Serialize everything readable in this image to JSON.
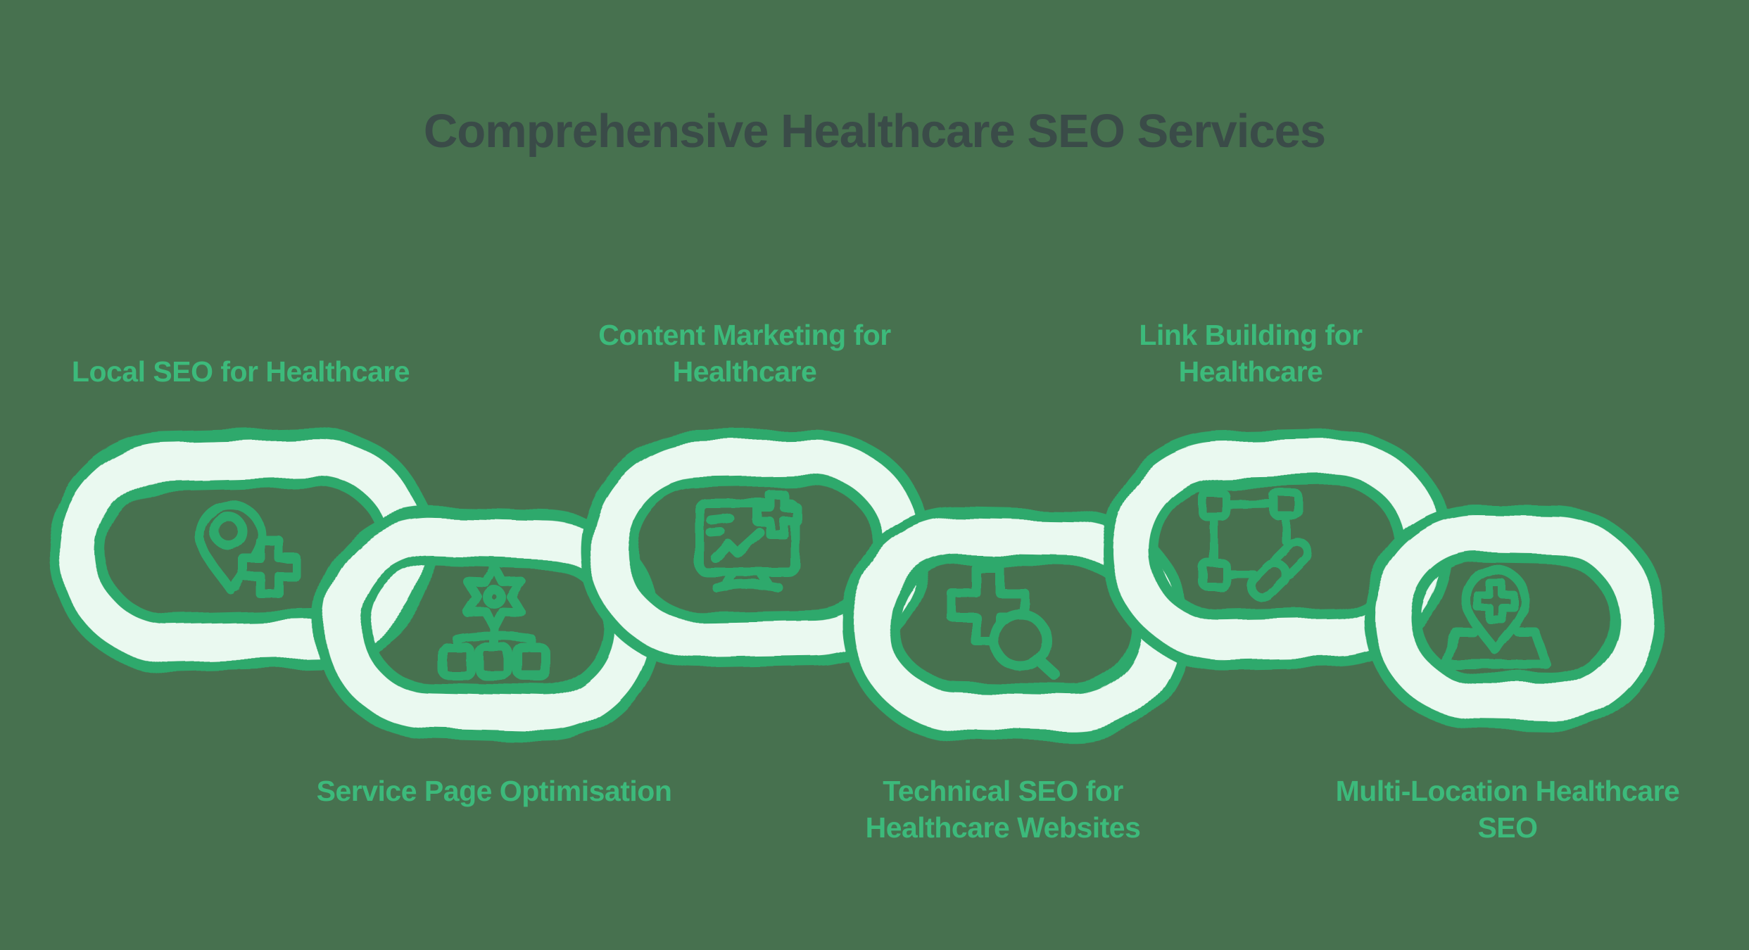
{
  "title": "Comprehensive Healthcare SEO Services",
  "colors": {
    "background": "#47714F",
    "chain-stroke": "#2FA96C",
    "chain-fill": "#EAF9F0",
    "label-green": "#3CBA7B",
    "title-color": "#3A4B48"
  },
  "services": [
    {
      "label": "Local SEO for Healthcare",
      "icon": "location-pin-plus-icon",
      "label_position": "top"
    },
    {
      "label": "Service Page Optimisation",
      "icon": "sitemap-gear-icon",
      "label_position": "bottom"
    },
    {
      "label": "Content Marketing for Healthcare",
      "icon": "monitor-chart-plus-icon",
      "label_position": "top"
    },
    {
      "label": "Technical SEO for Healthcare Websites",
      "icon": "cross-magnifier-icon",
      "label_position": "bottom"
    },
    {
      "label": "Link Building for Healthcare",
      "icon": "link-nodes-icon",
      "label_position": "top"
    },
    {
      "label": "Multi-Location Healthcare SEO",
      "icon": "map-pin-cross-icon",
      "label_position": "bottom"
    }
  ]
}
